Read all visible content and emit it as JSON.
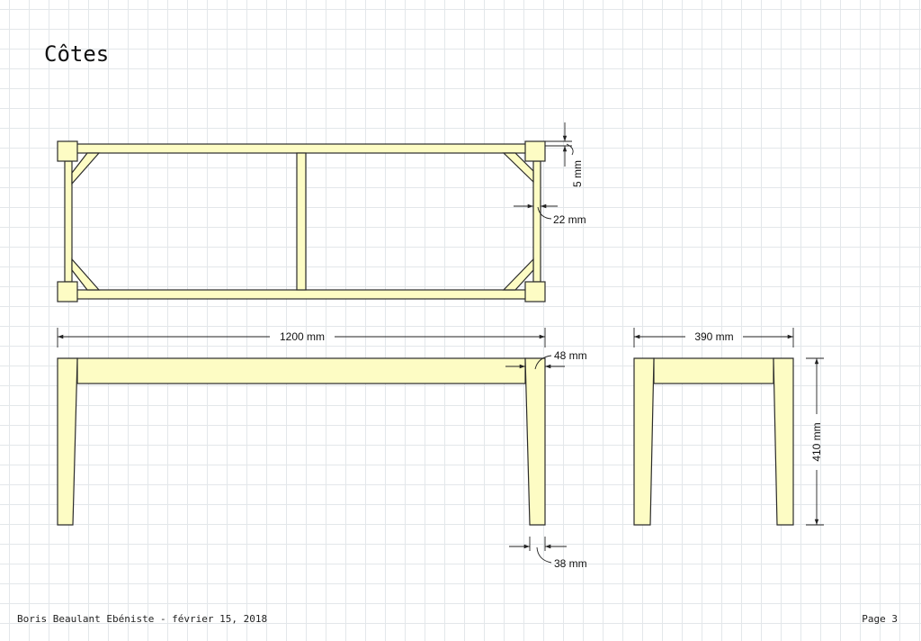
{
  "title": "Côtes",
  "footer": {
    "left": "Boris Beaulant Ebéniste - février 15, 2018",
    "right": "Page 3"
  },
  "dimensions": {
    "length": "1200 mm",
    "depth": "390 mm",
    "height": "410 mm",
    "rail_thickness": "48 mm",
    "leg_bottom": "38 mm",
    "offset": "5 mm",
    "rail_width": "22 mm"
  },
  "colors": {
    "wood": "#fdfcc4",
    "line": "#2b2b2b",
    "grid": "#e3e7ea"
  }
}
